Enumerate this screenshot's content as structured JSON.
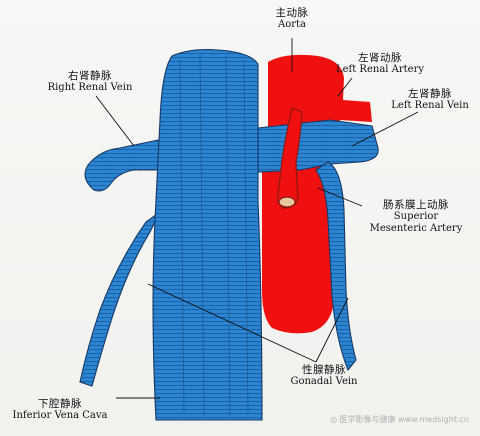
{
  "labels": {
    "aorta": {
      "zh": "主动脉",
      "en": "Aorta"
    },
    "left_renal_artery": {
      "zh": "左肾动脉",
      "en": "Left Renal Artery"
    },
    "left_renal_vein": {
      "zh": "左肾静脉",
      "en": "Left Renal Vein"
    },
    "right_renal_vein": {
      "zh": "右肾静脉",
      "en": "Right Renal Vein"
    },
    "superior_mesenteric_artery": {
      "zh": "肠系膜上动脉",
      "en1": "Superior",
      "en2": "Mesenteric Artery"
    },
    "gonadal_vein": {
      "zh": "性腺静脉",
      "en": "Gonadal Vein"
    },
    "inferior_vena_cava": {
      "zh": "下腔静脉",
      "en": "Inferior Vena Cava"
    }
  },
  "colors": {
    "vein": "#2a86d6",
    "vein_dark": "#173a66",
    "artery": "#f01010",
    "artery_dark": "#8a1a12",
    "ink": "#111111"
  },
  "watermark": "◎ 医学影像与健康 www.medsight.cn"
}
